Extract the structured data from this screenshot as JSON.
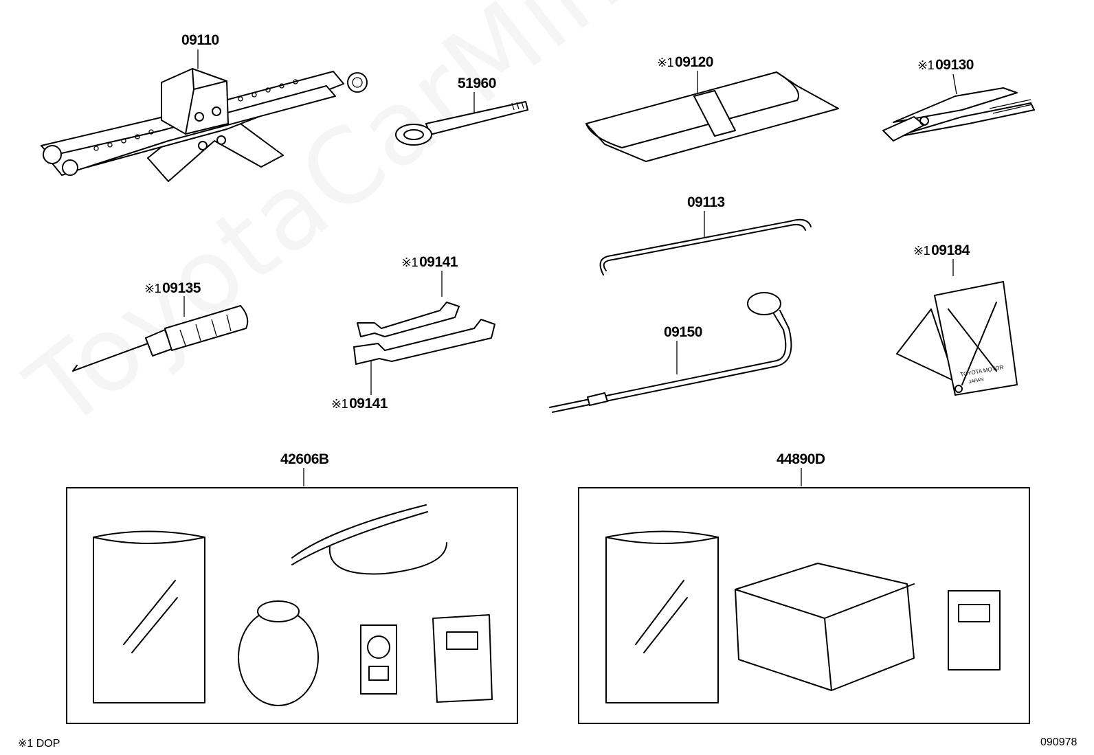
{
  "parts": {
    "p09110": {
      "number": "09110",
      "mark": ""
    },
    "p51960": {
      "number": "51960",
      "mark": ""
    },
    "p09120": {
      "number": "09120",
      "mark": "※1"
    },
    "p09130": {
      "number": "09130",
      "mark": "※1"
    },
    "p09113": {
      "number": "09113",
      "mark": ""
    },
    "p09135": {
      "number": "09135",
      "mark": "※1"
    },
    "p09141a": {
      "number": "09141",
      "mark": "※1"
    },
    "p09141b": {
      "number": "09141",
      "mark": "※1"
    },
    "p09184": {
      "number": "09184",
      "mark": "※1"
    },
    "p09150": {
      "number": "09150",
      "mark": ""
    },
    "p42606B": {
      "number": "42606B",
      "mark": ""
    },
    "p44890D": {
      "number": "44890D",
      "mark": ""
    }
  },
  "chock_text": {
    "line1": "TOYOTA MOTOR",
    "line2": "JAPAN"
  },
  "footnote": "※1 DOP",
  "diagram_id": "090978",
  "watermark": "ToyotaCarMine.ru"
}
